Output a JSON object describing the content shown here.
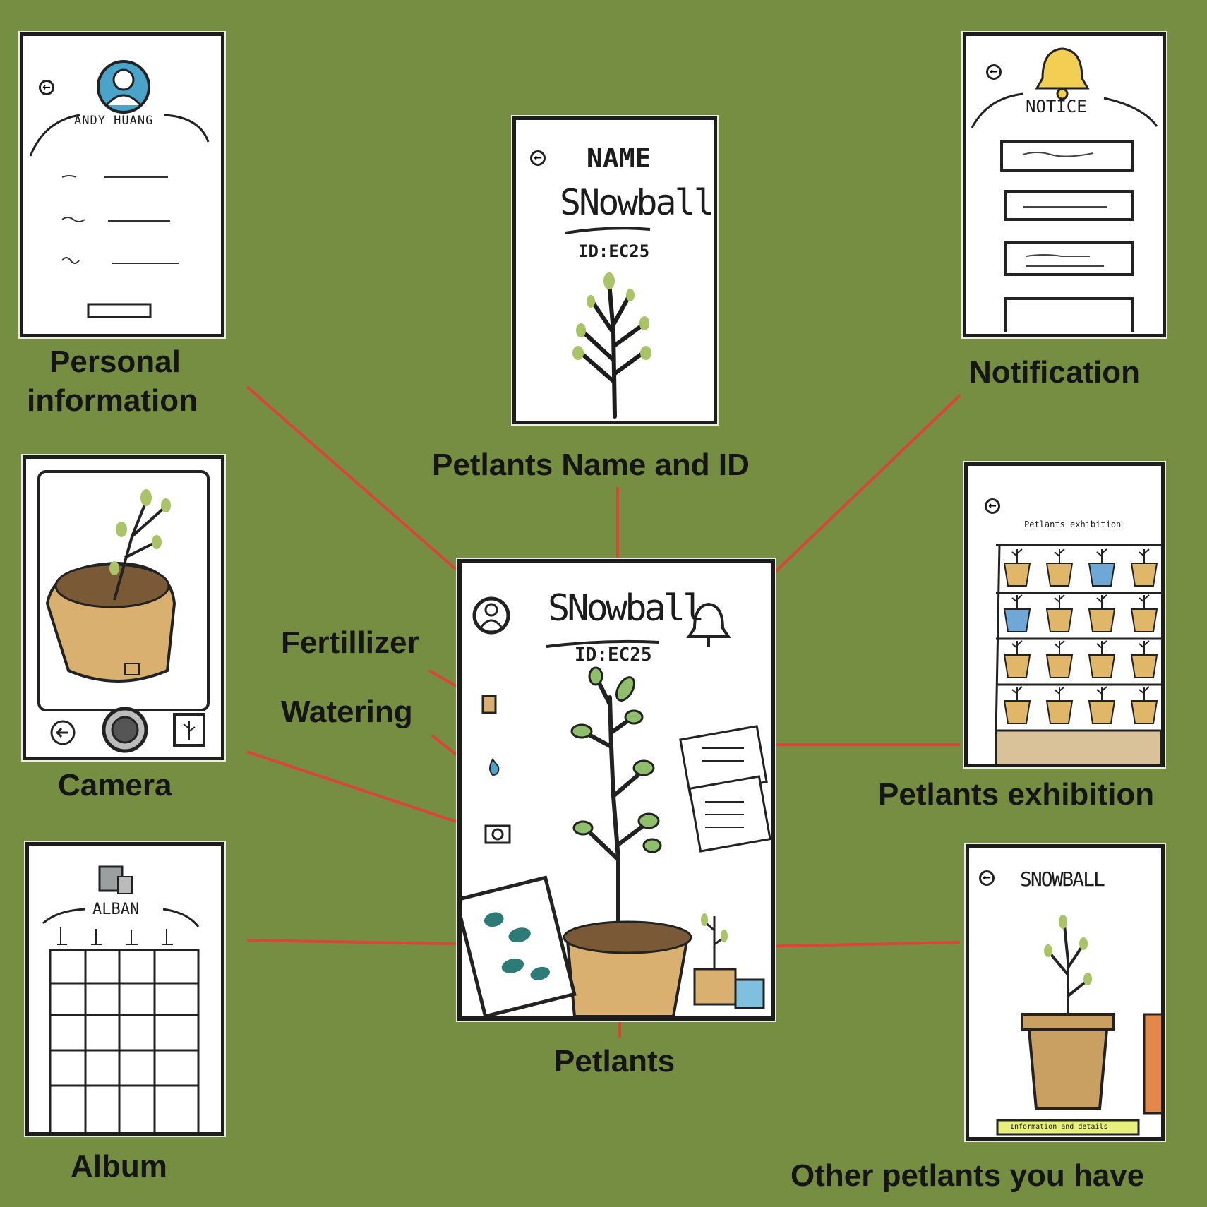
{
  "colors": {
    "background": "#768e41",
    "connector": "#d9443b",
    "ink": "#1c1c1c",
    "leaf": "#a8c466",
    "pot": "#d9b070"
  },
  "labels": {
    "personal_information_line1": "Personal",
    "personal_information_line2": "information",
    "name_and_id": "Petlants Name and ID",
    "notification": "Notification",
    "fertilizer": "Fertillizer",
    "watering": "Watering",
    "camera": "Camera",
    "petlants_exhibition": "Petlants exhibition",
    "album": "Album",
    "petlants": "Petlants",
    "other_petlants": "Other petlants you have"
  },
  "screens": {
    "personal": {
      "user_name": "ANDY HUANG"
    },
    "name": {
      "heading": "NAME",
      "plant_name": "SNowball",
      "plant_id": "ID:EC25"
    },
    "notification": {
      "title": "NOTICE"
    },
    "main": {
      "plant_name": "SNowball",
      "plant_id": "ID:EC25"
    },
    "exhibition": {
      "title": "Petlants exhibition"
    },
    "album": {
      "title": "ALBAN"
    },
    "other": {
      "plant_name": "SNOWBALL",
      "footer_button": "Information and details"
    }
  },
  "icons": [
    "back-arrow-icon",
    "avatar-icon",
    "bell-icon",
    "fertilizer-icon",
    "water-drop-icon",
    "camera-icon",
    "shutter-icon",
    "album-icon",
    "plant-icon",
    "pot-icon",
    "shelf-icon"
  ]
}
